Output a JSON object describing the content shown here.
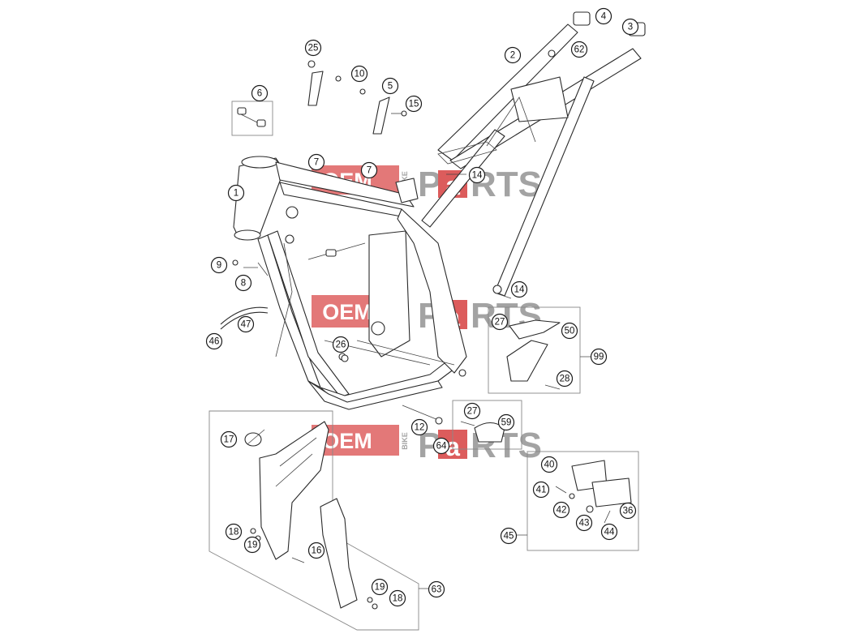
{
  "callouts": [
    {
      "id": "c1",
      "label": "1"
    },
    {
      "id": "c2",
      "label": "2"
    },
    {
      "id": "c3",
      "label": "3"
    },
    {
      "id": "c4",
      "label": "4"
    },
    {
      "id": "c5",
      "label": "5"
    },
    {
      "id": "c6",
      "label": "6"
    },
    {
      "id": "c7a",
      "label": "7"
    },
    {
      "id": "c7b",
      "label": "7"
    },
    {
      "id": "c8",
      "label": "8"
    },
    {
      "id": "c9",
      "label": "9"
    },
    {
      "id": "c10",
      "label": "10"
    },
    {
      "id": "c12",
      "label": "12"
    },
    {
      "id": "c14a",
      "label": "14"
    },
    {
      "id": "c14b",
      "label": "14"
    },
    {
      "id": "c15",
      "label": "15"
    },
    {
      "id": "c16",
      "label": "16"
    },
    {
      "id": "c17",
      "label": "17"
    },
    {
      "id": "c18a",
      "label": "18"
    },
    {
      "id": "c18b",
      "label": "18"
    },
    {
      "id": "c19a",
      "label": "19"
    },
    {
      "id": "c19b",
      "label": "19"
    },
    {
      "id": "c25",
      "label": "25"
    },
    {
      "id": "c26",
      "label": "26"
    },
    {
      "id": "c27a",
      "label": "27"
    },
    {
      "id": "c27b",
      "label": "27"
    },
    {
      "id": "c28",
      "label": "28"
    },
    {
      "id": "c36",
      "label": "36"
    },
    {
      "id": "c40",
      "label": "40"
    },
    {
      "id": "c41",
      "label": "41"
    },
    {
      "id": "c42",
      "label": "42"
    },
    {
      "id": "c43",
      "label": "43"
    },
    {
      "id": "c44",
      "label": "44"
    },
    {
      "id": "c45",
      "label": "45"
    },
    {
      "id": "c46",
      "label": "46"
    },
    {
      "id": "c47",
      "label": "47"
    },
    {
      "id": "c50",
      "label": "50"
    },
    {
      "id": "c59",
      "label": "59"
    },
    {
      "id": "c62",
      "label": "62"
    },
    {
      "id": "c63",
      "label": "63"
    },
    {
      "id": "c64",
      "label": "64"
    },
    {
      "id": "c99",
      "label": "99"
    }
  ],
  "watermark": {
    "oem": "OEM",
    "bike": "BIKE",
    "parts_pre": "P",
    "parts_accent": "a",
    "parts_post": "RTS",
    "colors": {
      "oem_bg": "#e06a6a",
      "parts_text": "#9a9a9a",
      "accent": "#d94b4b"
    }
  }
}
